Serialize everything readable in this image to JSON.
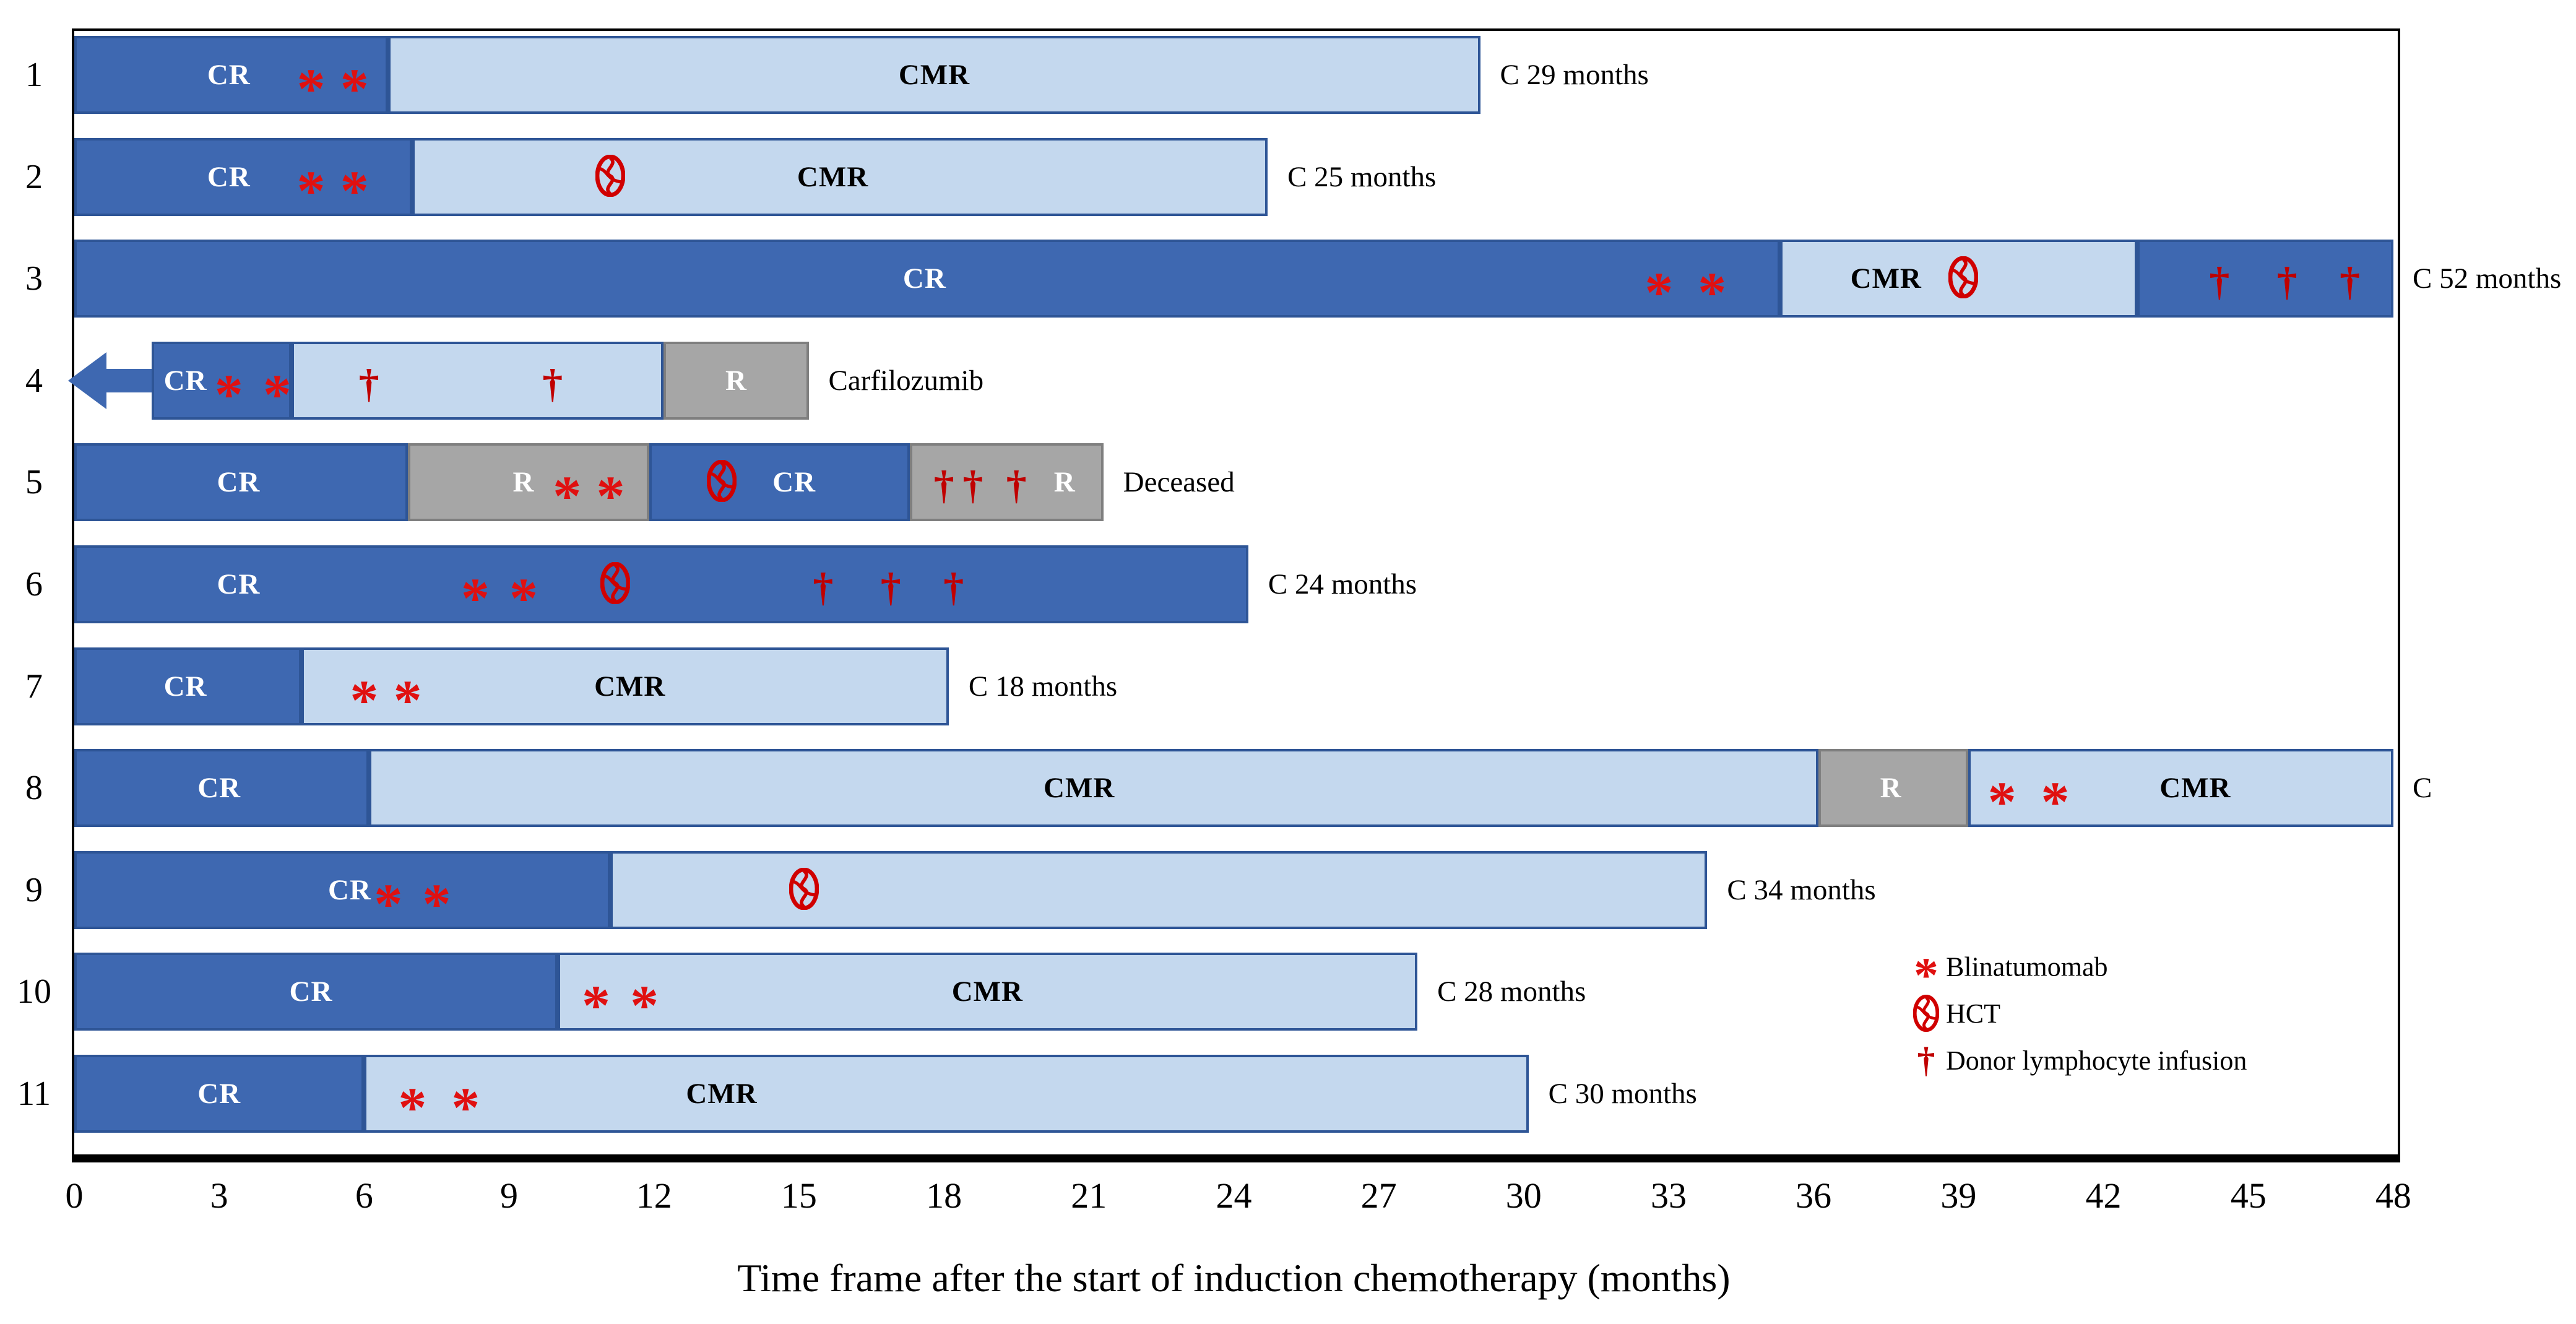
{
  "chart_data": {
    "type": "bar",
    "subtype": "swimmer-plot",
    "xlabel": "Time frame after the start of induction chemotherapy (months)",
    "xlim": [
      0,
      48
    ],
    "x_ticks": [
      0,
      3,
      6,
      9,
      12,
      15,
      18,
      21,
      24,
      27,
      30,
      33,
      36,
      39,
      42,
      45,
      48
    ],
    "grid": false,
    "colors": {
      "CR": "#3E68B1",
      "CMR": "#C4D8EE",
      "R": "#A6A6A6",
      "symbol_red": "#E01010",
      "border_navy": "#2E5596"
    },
    "legend": {
      "position": "bottom-right-inside",
      "items": [
        {
          "symbol": "asterisk-icon",
          "label": "Blinatumomab"
        },
        {
          "symbol": "pinwheel-icon",
          "label": "HCT"
        },
        {
          "symbol": "dagger-icon",
          "label": "Donor lymphocyte  infusion"
        }
      ]
    },
    "patients": [
      {
        "id": "1",
        "annotation": "C 29 months",
        "annotation_at": "bar_end",
        "segments": [
          {
            "status": "CR",
            "start": 0,
            "end": 6.5,
            "label": "CR",
            "label_at": 3.2
          },
          {
            "status": "CMR",
            "start": 6.5,
            "end": 29.1,
            "label": "CMR",
            "label_at": 17.8
          }
        ],
        "symbols": [
          {
            "kind": "asterisk",
            "at": 4.9
          },
          {
            "kind": "asterisk",
            "at": 5.8
          }
        ]
      },
      {
        "id": "2",
        "annotation": "C 25 months",
        "annotation_at": "bar_end",
        "segments": [
          {
            "status": "CR",
            "start": 0,
            "end": 7.0,
            "label": "CR",
            "label_at": 3.2
          },
          {
            "status": "CMR",
            "start": 7.0,
            "end": 24.7,
            "label": "CMR",
            "label_at": 15.7
          }
        ],
        "symbols": [
          {
            "kind": "asterisk",
            "at": 4.9
          },
          {
            "kind": "asterisk",
            "at": 5.8
          },
          {
            "kind": "pinwheel",
            "at": 11.1
          }
        ]
      },
      {
        "id": "3",
        "annotation": "C 52 months",
        "annotation_at": "outside_right",
        "segments": [
          {
            "status": "CR",
            "start": 0,
            "end": 35.3,
            "label": "CR",
            "label_at": 17.6
          },
          {
            "status": "CMR",
            "start": 35.3,
            "end": 42.7,
            "label": "CMR",
            "label_at": 37.5
          },
          {
            "status": "CR",
            "start": 42.7,
            "end": 48,
            "label": "",
            "label_at": 0
          }
        ],
        "symbols": [
          {
            "kind": "asterisk",
            "at": 32.8
          },
          {
            "kind": "asterisk",
            "at": 33.9
          },
          {
            "kind": "pinwheel",
            "at": 39.1
          },
          {
            "kind": "dagger",
            "at": 44.4
          },
          {
            "kind": "dagger",
            "at": 45.8
          },
          {
            "kind": "dagger",
            "at": 47.1
          }
        ]
      },
      {
        "id": "4",
        "annotation": "Carfilozumib",
        "annotation_at": "bar_end",
        "left_arrow": true,
        "segments": [
          {
            "status": "CR",
            "start": 1.6,
            "end": 4.5,
            "label": "CR",
            "label_at": 2.3
          },
          {
            "status": "CMR",
            "start": 4.5,
            "end": 12.2,
            "label": "",
            "label_at": 0
          },
          {
            "status": "R",
            "start": 12.2,
            "end": 15.2,
            "label": "R",
            "label_at": 13.7
          }
        ],
        "symbols": [
          {
            "kind": "asterisk",
            "at": 3.2
          },
          {
            "kind": "asterisk",
            "at": 4.2
          },
          {
            "kind": "dagger",
            "at": 6.1
          },
          {
            "kind": "dagger",
            "at": 9.9
          }
        ]
      },
      {
        "id": "5",
        "annotation": "Deceased",
        "annotation_at": "bar_end",
        "segments": [
          {
            "status": "CR",
            "start": 0,
            "end": 6.9,
            "label": "CR",
            "label_at": 3.4
          },
          {
            "status": "R",
            "start": 6.9,
            "end": 11.9,
            "label": "R",
            "label_at": 9.3
          },
          {
            "status": "CR",
            "start": 11.9,
            "end": 17.3,
            "label": "CR",
            "label_at": 14.9
          },
          {
            "status": "R",
            "start": 17.3,
            "end": 21.3,
            "label": "R",
            "label_at": 20.5
          }
        ],
        "symbols": [
          {
            "kind": "asterisk",
            "at": 10.2
          },
          {
            "kind": "asterisk",
            "at": 11.1
          },
          {
            "kind": "pinwheel",
            "at": 13.4
          },
          {
            "kind": "dagger",
            "at": 18.0
          },
          {
            "kind": "dagger",
            "at": 18.6
          },
          {
            "kind": "dagger",
            "at": 19.5
          }
        ]
      },
      {
        "id": "6",
        "annotation": "C 24 months",
        "annotation_at": "bar_end",
        "segments": [
          {
            "status": "CR",
            "start": 0,
            "end": 24.3,
            "label": "CR",
            "label_at": 3.4
          }
        ],
        "symbols": [
          {
            "kind": "asterisk",
            "at": 8.3
          },
          {
            "kind": "asterisk",
            "at": 9.3
          },
          {
            "kind": "pinwheel",
            "at": 11.2
          },
          {
            "kind": "dagger",
            "at": 15.5
          },
          {
            "kind": "dagger",
            "at": 16.9
          },
          {
            "kind": "dagger",
            "at": 18.2
          }
        ]
      },
      {
        "id": "7",
        "annotation": "C 18 months",
        "annotation_at": "bar_end",
        "segments": [
          {
            "status": "CR",
            "start": 0,
            "end": 4.7,
            "label": "CR",
            "label_at": 2.3
          },
          {
            "status": "CMR",
            "start": 4.7,
            "end": 18.1,
            "label": "CMR",
            "label_at": 11.5
          }
        ],
        "symbols": [
          {
            "kind": "asterisk",
            "at": 6.0
          },
          {
            "kind": "asterisk",
            "at": 6.9
          }
        ]
      },
      {
        "id": "8",
        "annotation": "C",
        "annotation_at": "outside_right",
        "segments": [
          {
            "status": "CR",
            "start": 0,
            "end": 6.1,
            "label": "CR",
            "label_at": 3.0
          },
          {
            "status": "CMR",
            "start": 6.1,
            "end": 36.1,
            "label": "CMR",
            "label_at": 20.8
          },
          {
            "status": "R",
            "start": 36.1,
            "end": 39.2,
            "label": "R",
            "label_at": 37.6
          },
          {
            "status": "CMR",
            "start": 39.2,
            "end": 48,
            "label": "CMR",
            "label_at": 43.9
          }
        ],
        "symbols": [
          {
            "kind": "asterisk",
            "at": 39.9
          },
          {
            "kind": "asterisk",
            "at": 41.0
          }
        ]
      },
      {
        "id": "9",
        "annotation": "C 34 months",
        "annotation_at": "bar_end",
        "segments": [
          {
            "status": "CR",
            "start": 0,
            "end": 11.1,
            "label": "CR",
            "label_at": 5.7
          },
          {
            "status": "CMR",
            "start": 11.1,
            "end": 33.8,
            "label": "",
            "label_at": 0
          }
        ],
        "symbols": [
          {
            "kind": "asterisk",
            "at": 6.5
          },
          {
            "kind": "asterisk",
            "at": 7.5
          },
          {
            "kind": "pinwheel",
            "at": 15.1
          }
        ]
      },
      {
        "id": "10",
        "annotation": "C 28 months",
        "annotation_at": "bar_end",
        "segments": [
          {
            "status": "CR",
            "start": 0,
            "end": 10.0,
            "label": "CR",
            "label_at": 4.9
          },
          {
            "status": "CMR",
            "start": 10.0,
            "end": 27.8,
            "label": "CMR",
            "label_at": 18.9
          }
        ],
        "symbols": [
          {
            "kind": "asterisk",
            "at": 10.8
          },
          {
            "kind": "asterisk",
            "at": 11.8
          }
        ]
      },
      {
        "id": "11",
        "annotation": "C 30 months",
        "annotation_at": "bar_end",
        "segments": [
          {
            "status": "CR",
            "start": 0,
            "end": 6.0,
            "label": "CR",
            "label_at": 3.0
          },
          {
            "status": "CMR",
            "start": 6.0,
            "end": 30.1,
            "label": "CMR",
            "label_at": 13.4
          }
        ],
        "symbols": [
          {
            "kind": "asterisk",
            "at": 7.0
          },
          {
            "kind": "asterisk",
            "at": 8.1
          }
        ]
      }
    ]
  }
}
